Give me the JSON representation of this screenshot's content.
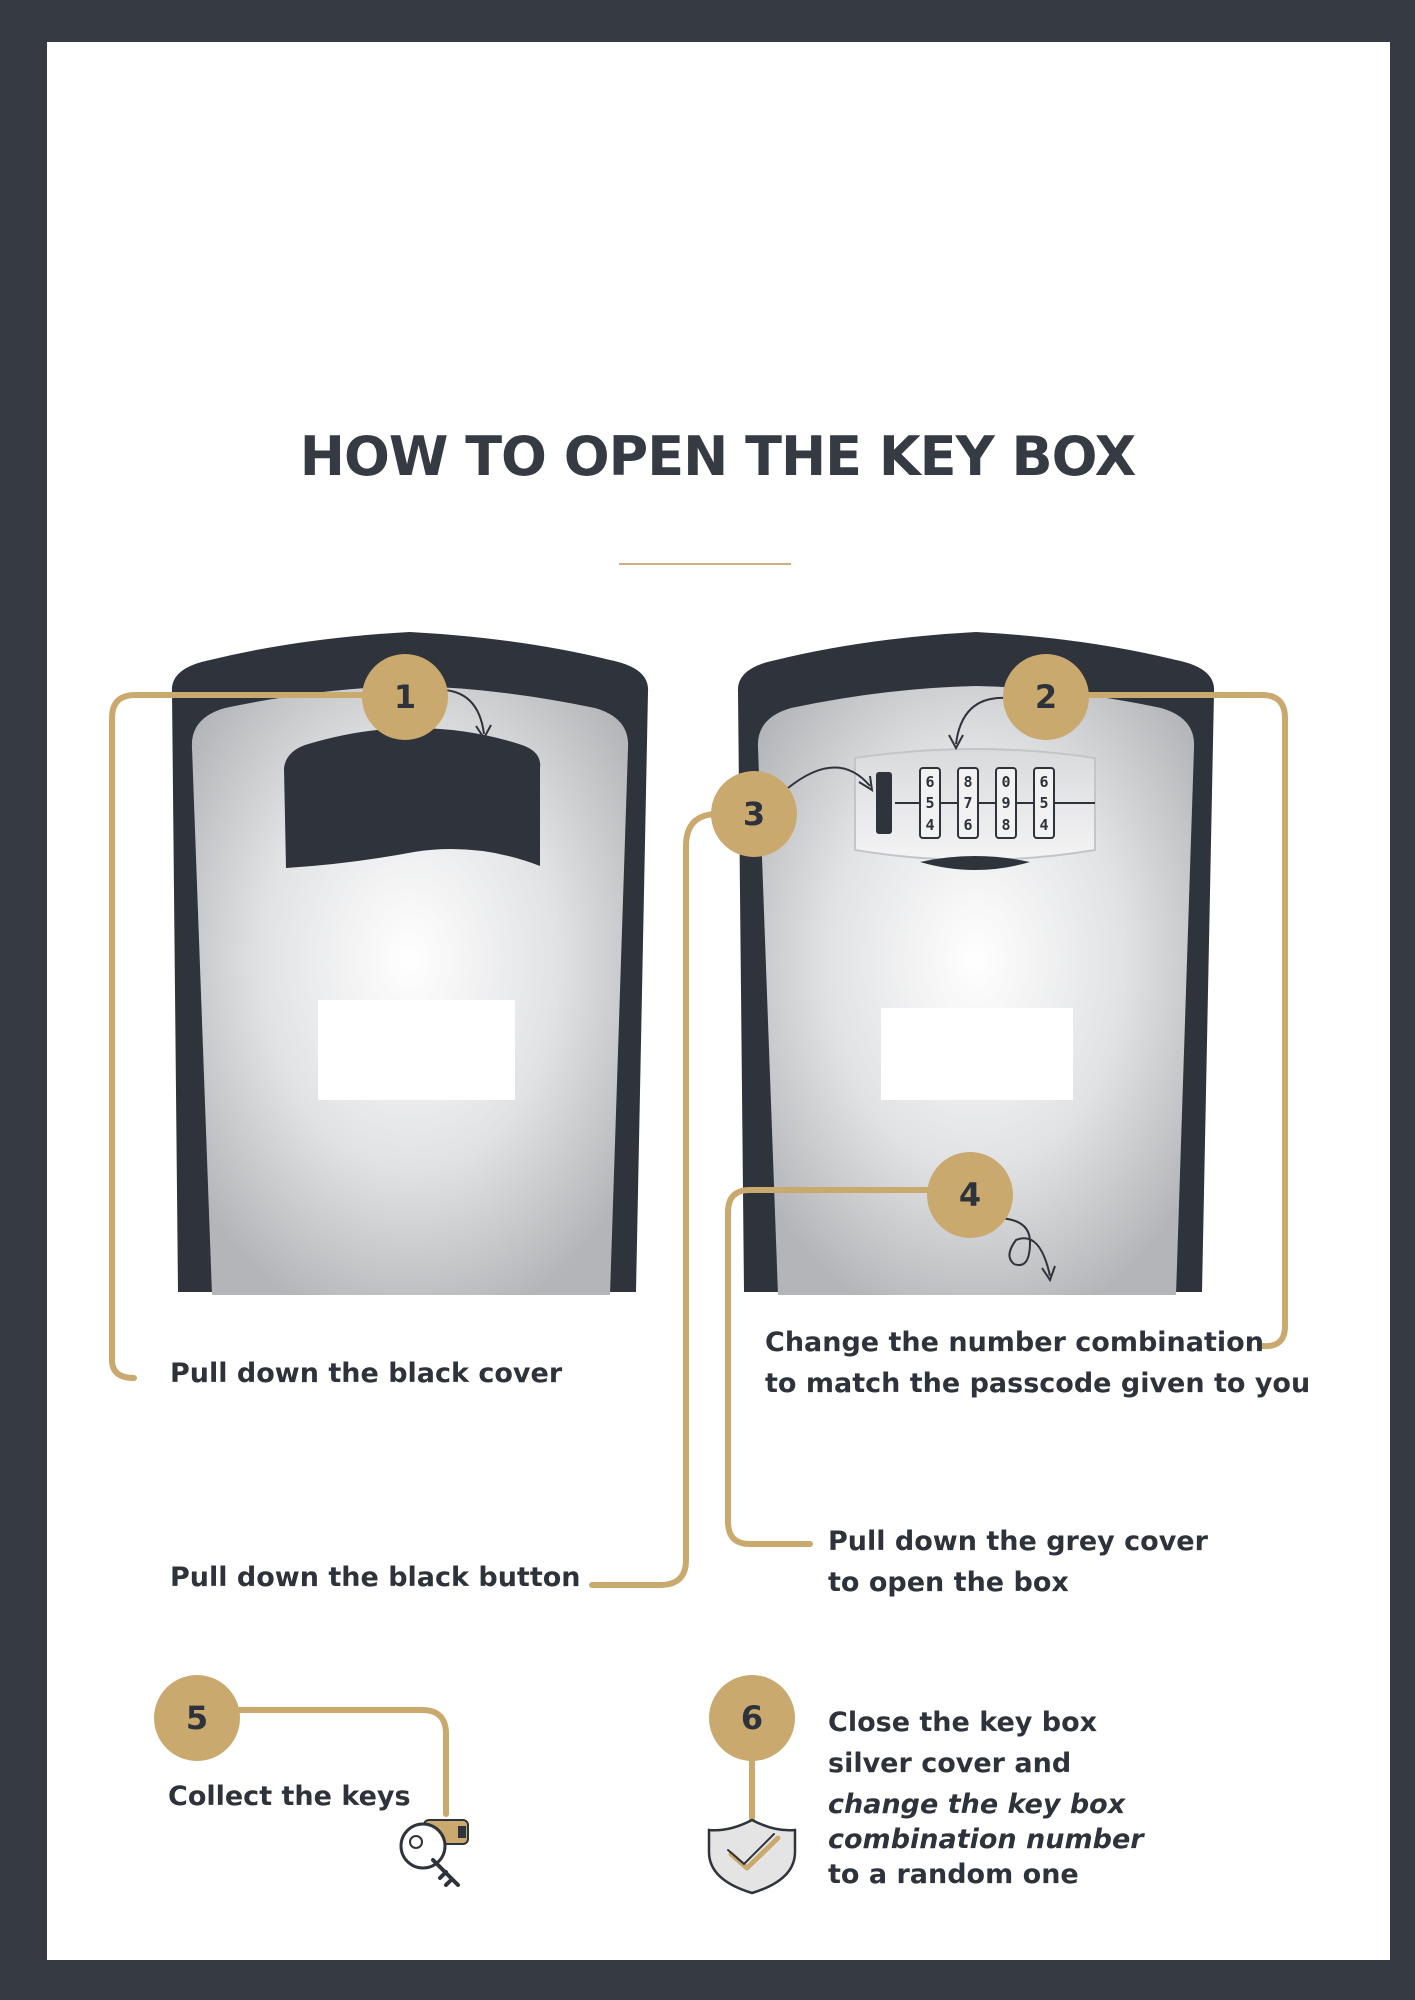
{
  "title": "HOW TO OPEN THE KEY BOX",
  "colors": {
    "frame": "#353a43",
    "gold": "#c9a96e",
    "box_dark": "#2f333b",
    "silver": "#cfd0d2"
  },
  "steps": [
    {
      "number": "1",
      "text": "Pull down the black cover"
    },
    {
      "number": "2",
      "line1": "Change the number combination",
      "line2": "to match the passcode given to you"
    },
    {
      "number": "3",
      "text": "Pull down the black button"
    },
    {
      "number": "4",
      "line1": "Pull down the grey cover",
      "line2": "to open the box"
    },
    {
      "number": "5",
      "text": "Collect the keys"
    },
    {
      "number": "6",
      "line1": "Close the key box",
      "line2": "silver cover and",
      "emph1": "change the key box",
      "emph2": "combination number",
      "line3": "to a random one"
    }
  ],
  "dials": {
    "top": [
      "6",
      "8",
      "0",
      "6"
    ],
    "middle": [
      "5",
      "7",
      "9",
      "5"
    ],
    "bottom": [
      "4",
      "6",
      "8",
      "4"
    ]
  },
  "icons": {
    "step5": "key-with-tag-icon",
    "step6": "shield-check-icon"
  }
}
